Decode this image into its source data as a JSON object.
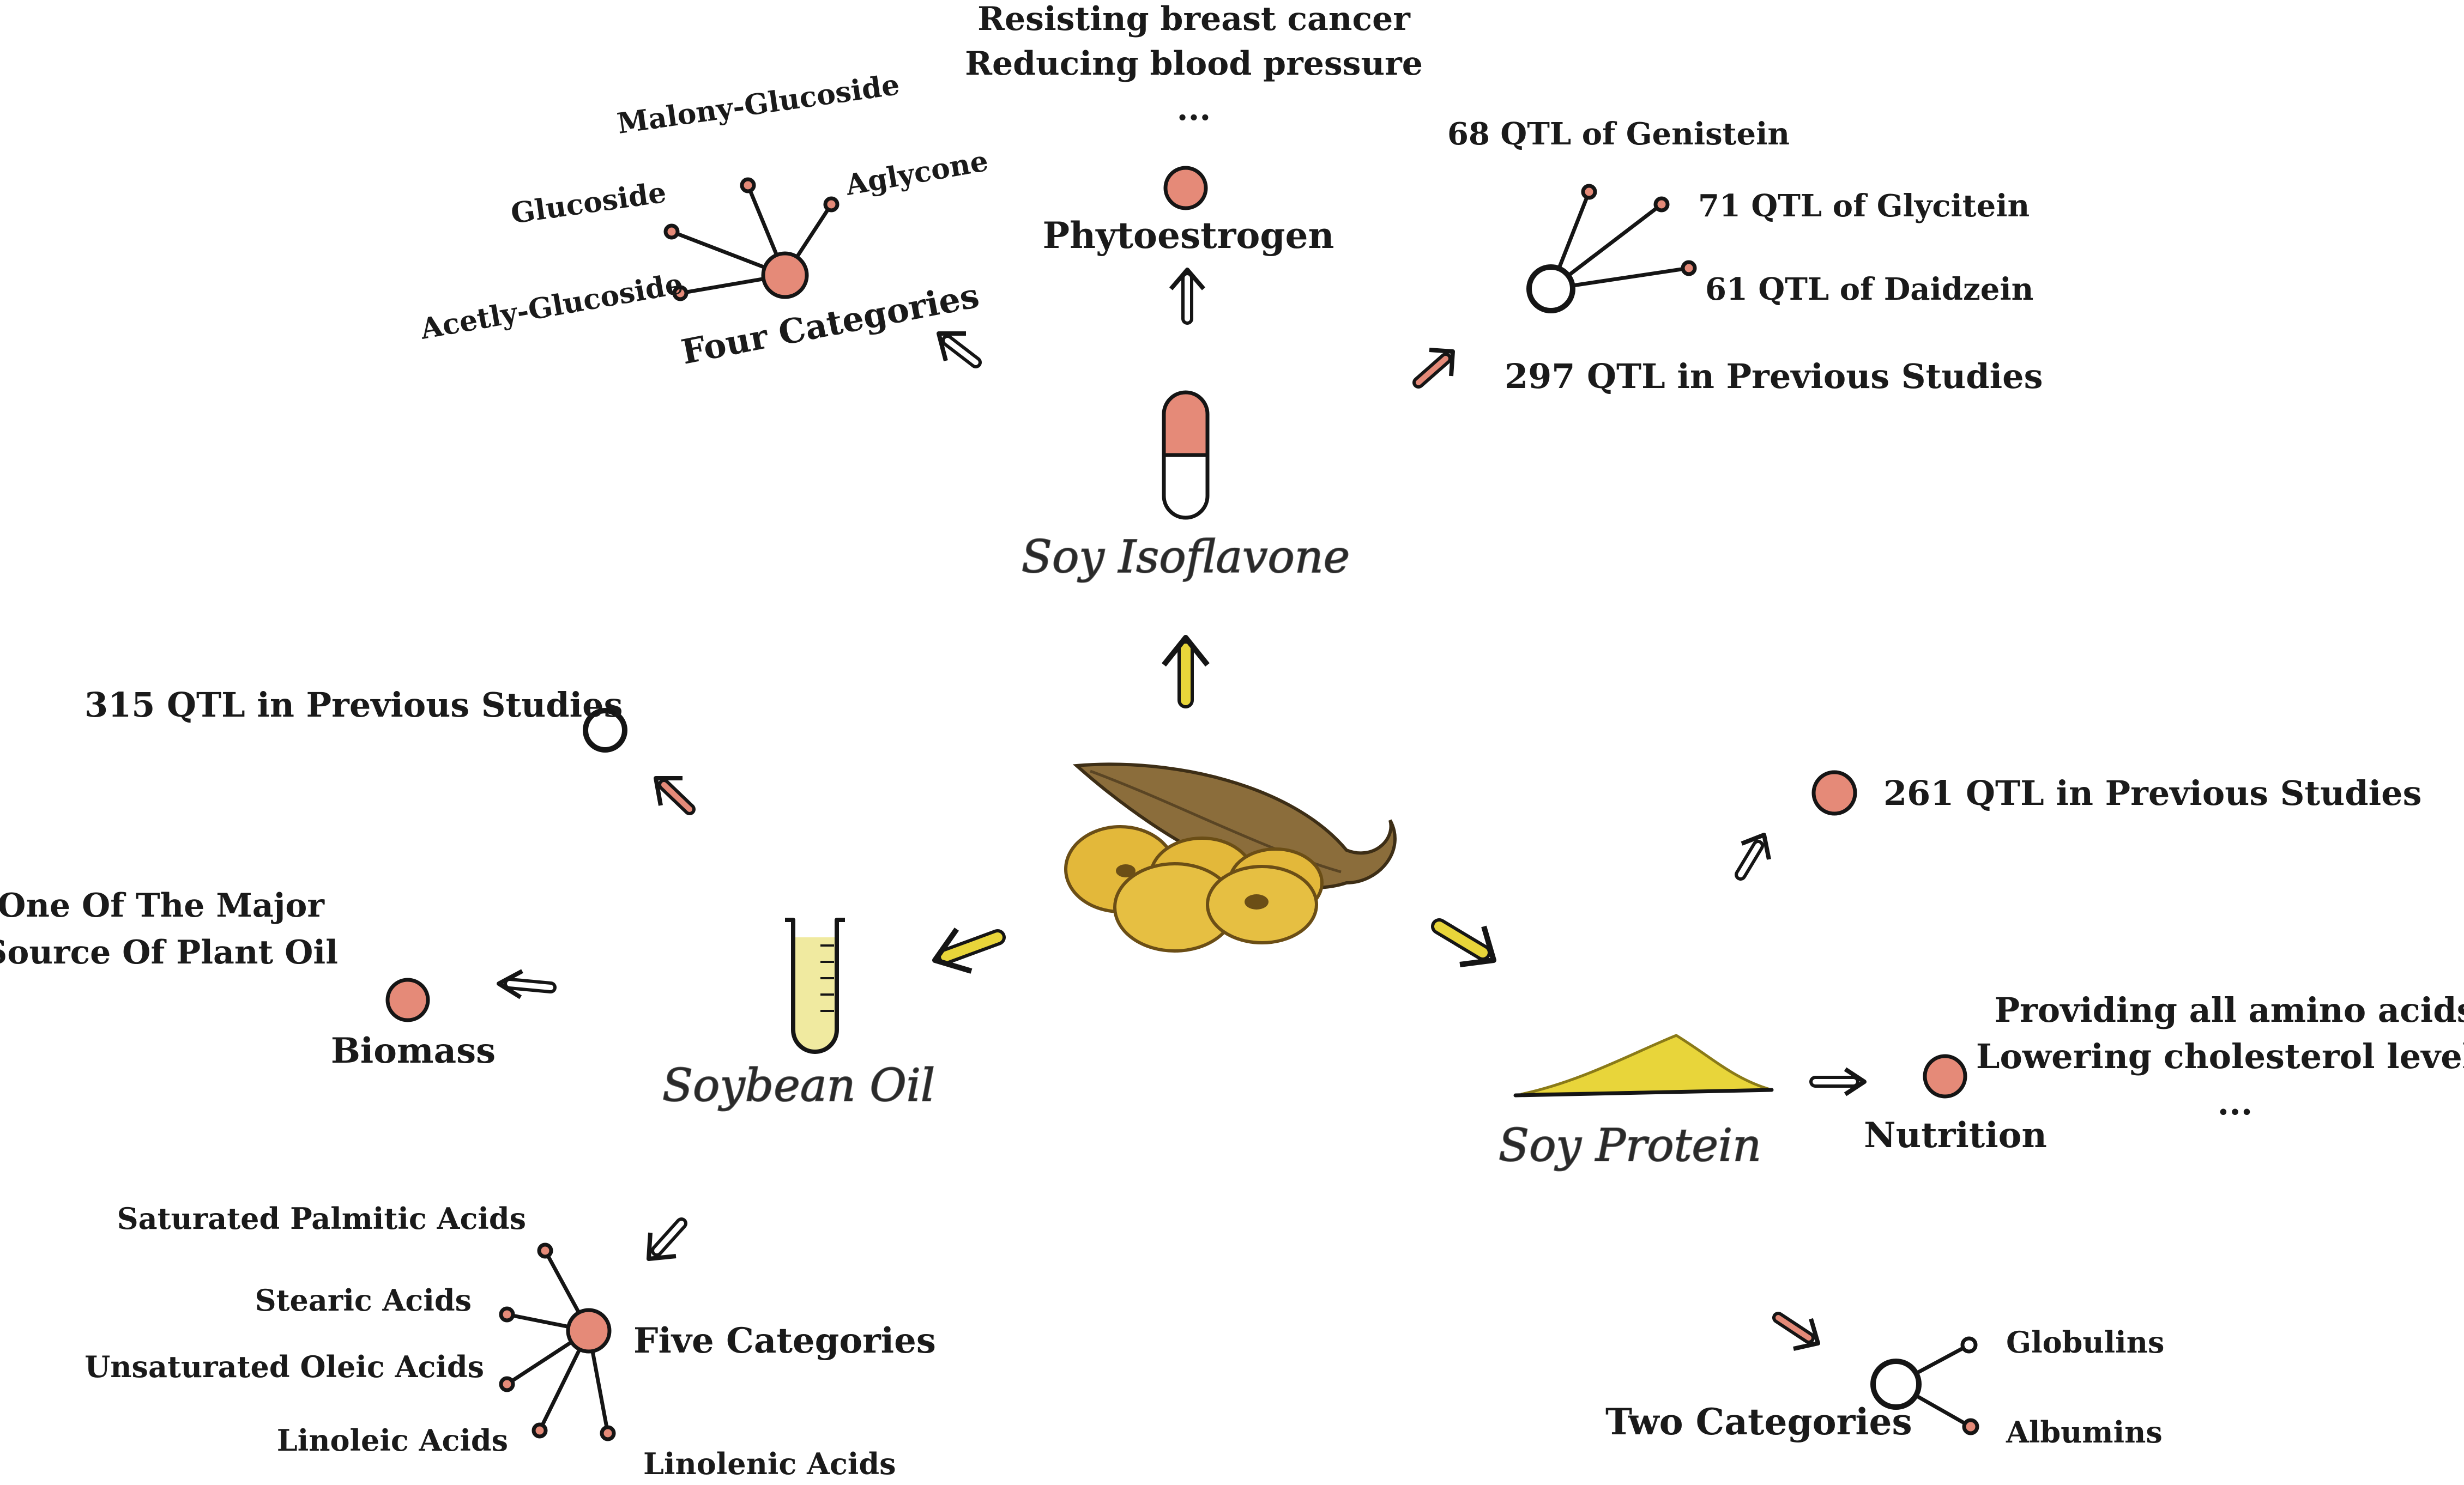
{
  "colors": {
    "pink": "#e58a78",
    "yellow": "#e8d53a",
    "ink": "#151515",
    "bean": "#e3b83a",
    "pod": "#8b6d3b"
  },
  "center": {
    "icon": "soybean-pod-icon"
  },
  "isoflavone": {
    "title": "Soy Isoflavone",
    "icon": "capsule-icon",
    "phyto": {
      "label": "Phytoestrogen",
      "benefits": [
        "Resisting breast cancer",
        "Reducing blood pressure",
        "..."
      ]
    },
    "categories": {
      "label": "Four Categories",
      "items": [
        "Malony-Glucoside",
        "Glucoside",
        "Aglycone",
        "Acetly-Glucoside"
      ]
    },
    "qtl": {
      "label": "297 QTL in Previous Studies",
      "items": [
        "68 QTL of Genistein",
        "71 QTL of Glycitein",
        "61 QTL of Daidzein"
      ]
    }
  },
  "oil": {
    "title": "Soybean Oil",
    "icon": "test-tube-icon",
    "qtl": {
      "label": "315 QTL in Previous Studies"
    },
    "biomass": {
      "label": "Biomass",
      "note": [
        "One Of The Major",
        "Source Of Plant Oil"
      ]
    },
    "categories": {
      "label": "Five Categories",
      "items": [
        "Saturated Palmitic Acids",
        "Stearic Acids",
        "Unsaturated Oleic Acids",
        "Linoleic Acids",
        "Linolenic Acids"
      ]
    }
  },
  "protein": {
    "title": "Soy Protein",
    "icon": "powder-pile-icon",
    "qtl": {
      "label": "261 QTL in Previous Studies"
    },
    "nutrition": {
      "label": "Nutrition",
      "benefits": [
        "Providing all amino acids",
        "Lowering cholesterol levels",
        "..."
      ]
    },
    "categories": {
      "label": "Two Categories",
      "items": [
        "Globulins",
        "Albumins"
      ]
    }
  }
}
